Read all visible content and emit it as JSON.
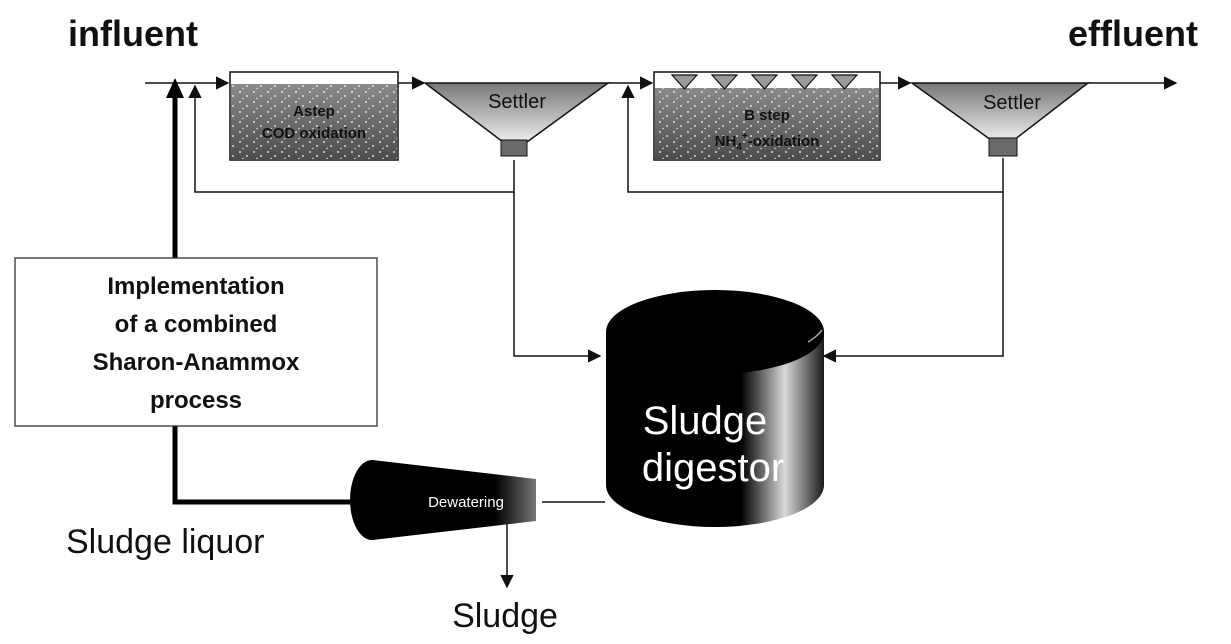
{
  "labels": {
    "influent": "influent",
    "effluent": "effluent",
    "sludge_liquor": "Sludge liquor",
    "sludge": "Sludge"
  },
  "tanks": {
    "a_step_line1": "Astep",
    "a_step_line2": "COD oxidation",
    "b_step_line1": "B step",
    "b_step_line2_prefix": "NH",
    "b_step_line2_sub": "4",
    "b_step_line2_sup": "+",
    "b_step_line2_suffix": "-oxidation"
  },
  "settlers": {
    "settler_1": "Settler",
    "settler_2": "Settler"
  },
  "digestor": {
    "line1": "Sludge",
    "line2": "digestor"
  },
  "dewatering": {
    "label": "Dewatering"
  },
  "implementation_box": {
    "lines": [
      "Implementation",
      "of a combined",
      "Sharon-Anammox",
      "process"
    ]
  },
  "colors": {
    "tank_fill": "#6e6e6e",
    "settler_fill": "#8c8c8c",
    "digestor_fill": "#000000",
    "line": "#1a1a1a"
  }
}
